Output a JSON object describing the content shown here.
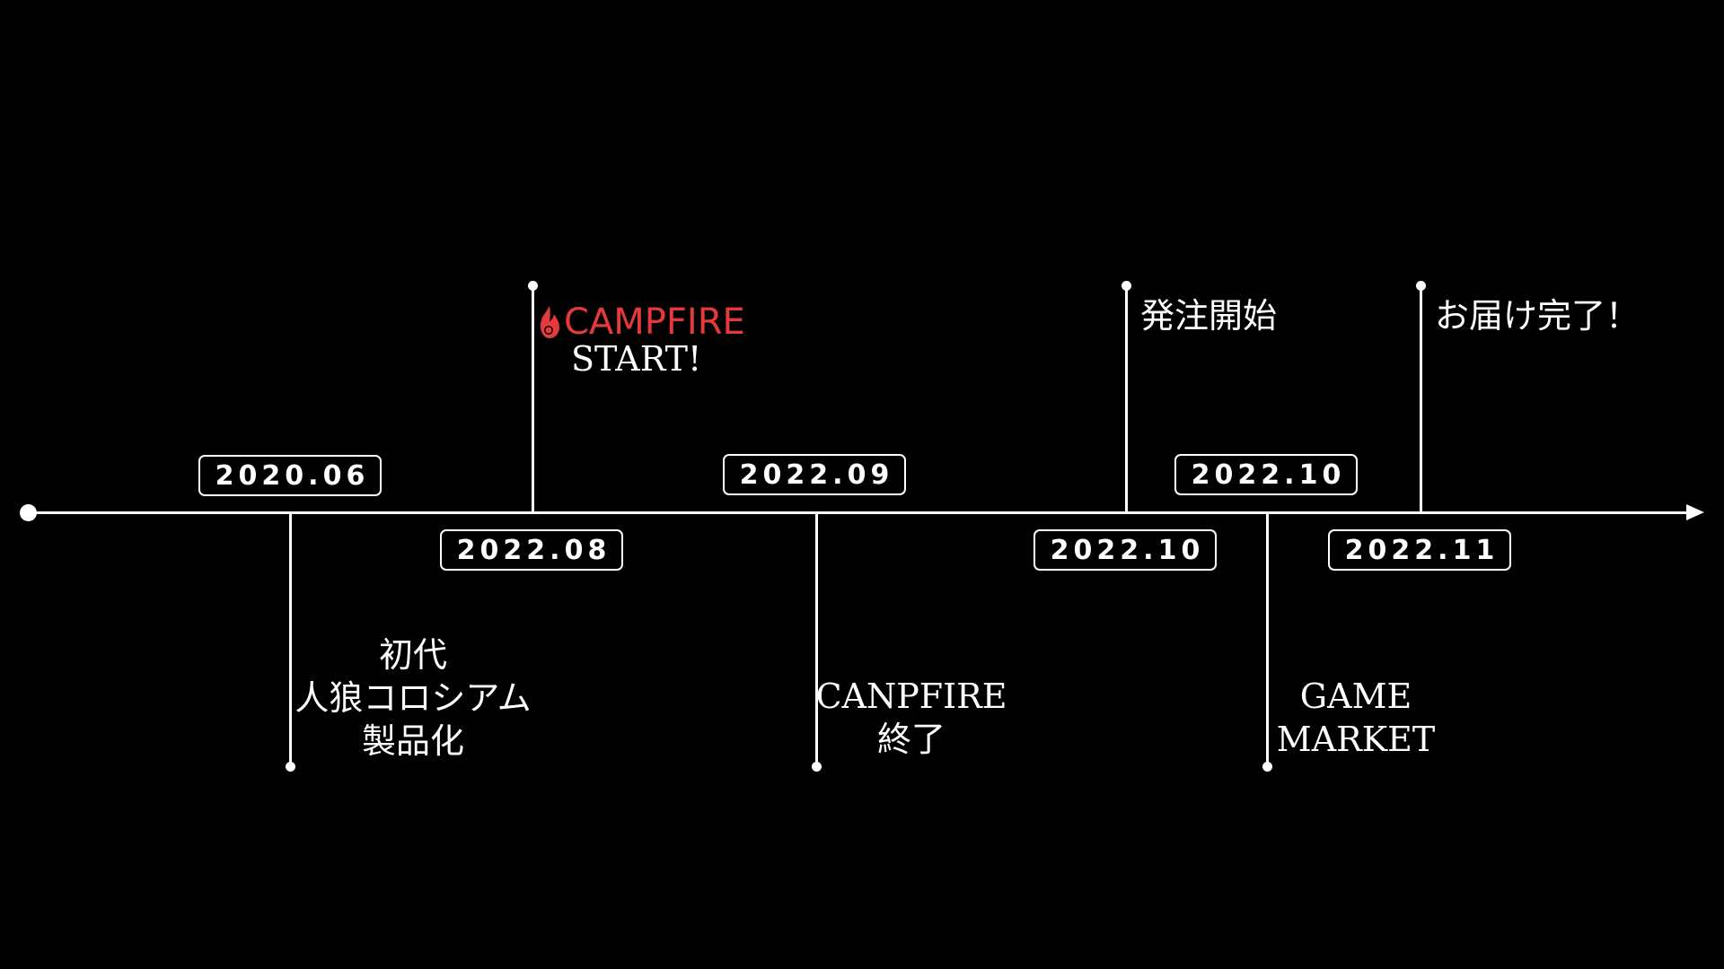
{
  "timeline": {
    "accent_color": "#ffffff",
    "background_color": "#000000",
    "events": [
      {
        "date": "2020.06",
        "label": "初代\n人狼コロシアム\n製品化"
      },
      {
        "date": "2022.08",
        "brand": "CAMPFIRE",
        "label": "START!"
      },
      {
        "date": "2022.09",
        "label": "CANPFIRE\n終了"
      },
      {
        "date": "2022.10",
        "label": "発注開始"
      },
      {
        "date": "2022.10",
        "label": "GAME\nMARKET"
      },
      {
        "date": "2022.11",
        "label": "お届け完了！"
      }
    ],
    "brand_color": "#e6393c",
    "brand_icon": "flame-icon"
  }
}
